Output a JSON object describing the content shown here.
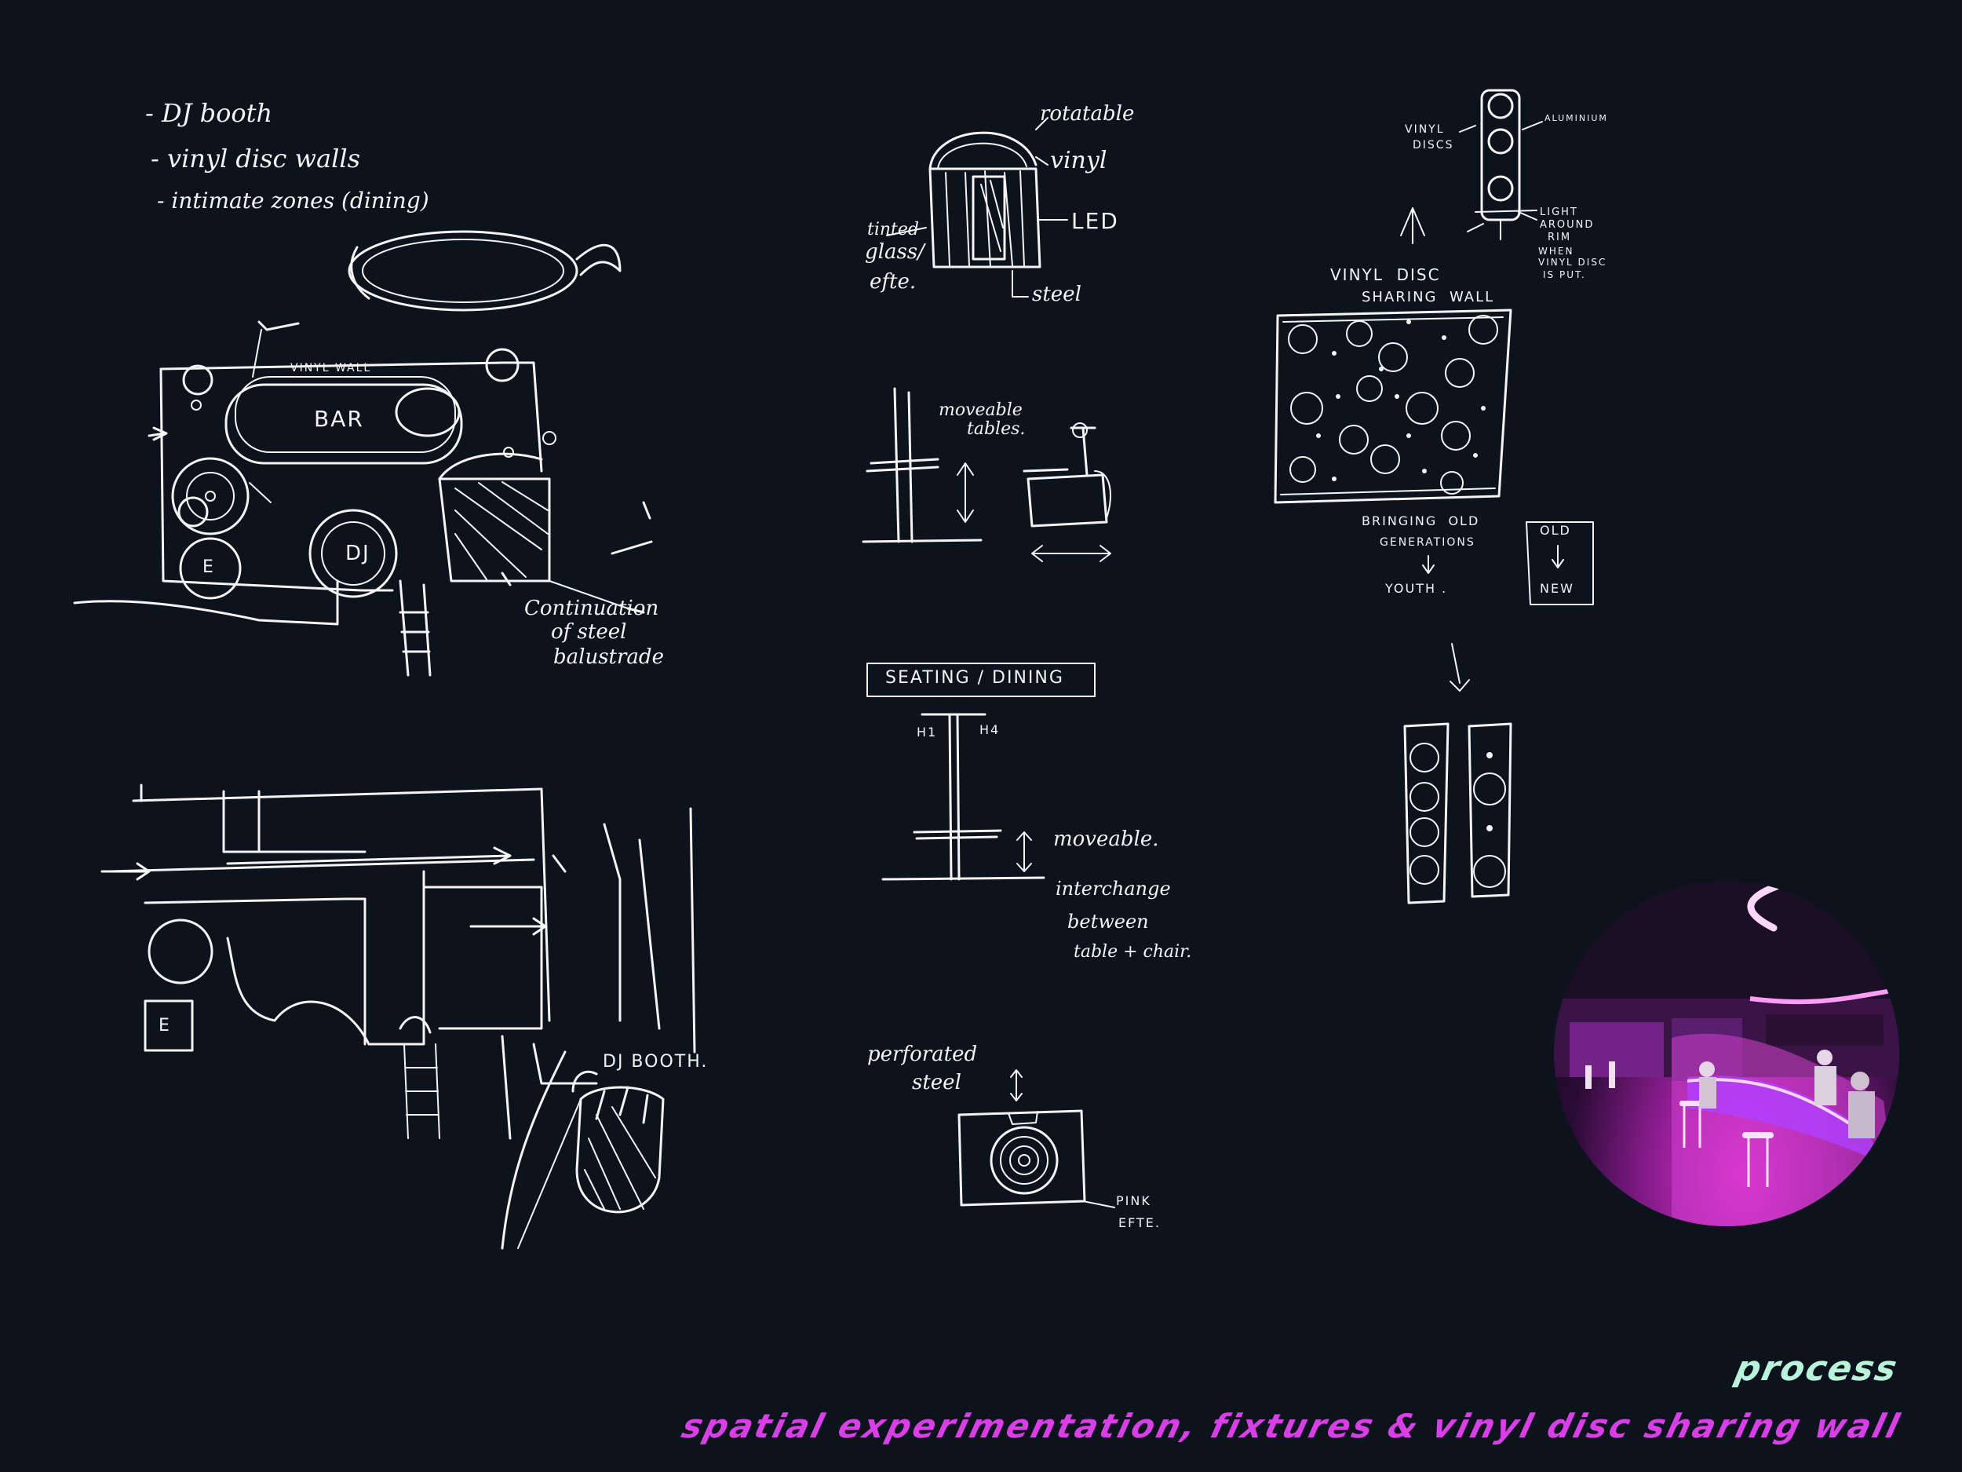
{
  "board": {
    "background": "#0d131d",
    "ink": "#f4f4f4",
    "title_color": "#b9f3da",
    "subtitle_color": "#d93fe6",
    "accent": "#ff5cf2"
  },
  "titles": {
    "process": "process",
    "subtitle": "spatial experimentation, fixtures & vinyl disc sharing wall"
  },
  "notes": {
    "list": [
      "- DJ booth",
      "- vinyl disc walls",
      "- intimate zones (dining)"
    ],
    "vinyl_wall_label": "VINYL WALL",
    "bar_label": "BAR",
    "dj_label": "DJ",
    "entrance_label": "E",
    "continuation": [
      "Continuation",
      "of steel",
      "balustrade"
    ],
    "plan_entrance_label": "E",
    "dj_booth": "DJ BOOTH."
  },
  "fixture": {
    "rotatable": "rotatable",
    "vinyl": "vinyl",
    "led": "LED",
    "steel": "steel",
    "tinted_glass": [
      "tinted",
      "glass/",
      "efte."
    ]
  },
  "tables": {
    "moveable": [
      "moveable",
      "tables."
    ],
    "seating": "SEATING / DINING",
    "seat_h1": "H1",
    "seat_h2": "H4",
    "moveable_short": "moveable.",
    "interchange": [
      "interchange",
      "between",
      "table + chair."
    ]
  },
  "perforated": {
    "label": [
      "perforated",
      "steel"
    ],
    "pink": [
      "PINK",
      "EFTE."
    ]
  },
  "vinyl_wall": {
    "discs": [
      "VINYL",
      "DISCS"
    ],
    "aluminium": "ALUMINIUM",
    "light": [
      "LIGHT",
      "AROUND",
      "RIM",
      "WHEN",
      "VINYL DISC",
      "IS PUT."
    ],
    "title": [
      "VINYL  DISC",
      "SHARING  WALL"
    ],
    "bringing": [
      "BRINGING  OLD",
      "GENERATIONS",
      "YOUTH ."
    ],
    "old": "OLD",
    "new": "NEW"
  },
  "icons": [
    "arrow-icon",
    "double-arrow-icon",
    "down-arrow-icon"
  ]
}
